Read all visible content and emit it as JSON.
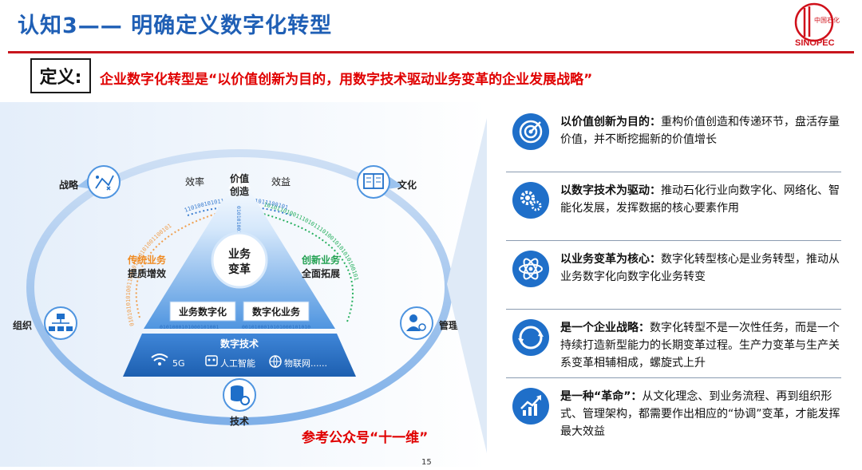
{
  "header": {
    "title": "认知3—— 明确定义数字化转型",
    "logo_text": "中国石化",
    "logo_mark": "SINOPEC"
  },
  "definition": {
    "label": "定义:",
    "text": "企业数字化转型是“以价值创新为目的，用数字技术驱动业务变革的企业发展战略”"
  },
  "diagram": {
    "outer_nodes": {
      "strategy": "战略",
      "culture": "文化",
      "organization": "组织",
      "management": "管理",
      "technology": "技术"
    },
    "top_labels": {
      "efficiency": "效率",
      "value_line1": "价值",
      "value_line2": "创造",
      "benefit": "效益"
    },
    "left_arc": {
      "line1": "传统业务",
      "line2": "提质增效"
    },
    "right_arc": {
      "line1": "创新业务",
      "line2": "全面拓展"
    },
    "core": {
      "line1": "业务",
      "line2": "变革"
    },
    "boxes": {
      "left": "业务数字化",
      "right": "数字化业务"
    },
    "binary": {
      "left_arc": "0101010101001100101010101001100101",
      "right_arc": "1010110100111010111010010101010100101",
      "top_arc": "1101001010110111100101011100101",
      "vertical": "010101001010",
      "bottom_left": "0101000101000101001",
      "bottom_right": "0010100010101000101010"
    },
    "base": {
      "title": "数字技术",
      "tech1": "5G",
      "tech2": "人工智能",
      "tech3": "物联网......"
    },
    "reference": "参考公众号“十一维”"
  },
  "points": [
    {
      "icon": "target-icon",
      "head": "以价值创新为目的：",
      "body": "重构价值创造和传递环节，盘活存量价值，并不断挖掘新的价值增长"
    },
    {
      "icon": "gears-icon",
      "head": "以数字技术为驱动：",
      "body": "推动石化行业向数字化、网络化、智能化发展，发挥数据的核心要素作用"
    },
    {
      "icon": "atom-icon",
      "head": "以业务变革为核心：",
      "body": "数字化转型核心是业务转型，推动从业务数字化向数字化业务转变"
    },
    {
      "icon": "cycle-icon",
      "head": "是一个企业战略：",
      "body": "数字化转型不是一次性任务，而是一个持续打造新型能力的长期变革过程。生产力变革与生产关系变革相辅相成，螺旋式上升"
    },
    {
      "icon": "growth-chart-icon",
      "head": "是一种“革命”：",
      "body": "从文化理念、到业务流程、再到组织形式、管理架构，都需要作出相应的“协调”变革，才能发挥最大效益"
    }
  ],
  "page_number": "15",
  "colors": {
    "title_blue": "#1f5fb5",
    "accent_red": "#e00000",
    "rule_red": "#c8161d",
    "icon_blue": "#1f6fc9",
    "orange": "#f0a050",
    "green": "#28b060"
  }
}
